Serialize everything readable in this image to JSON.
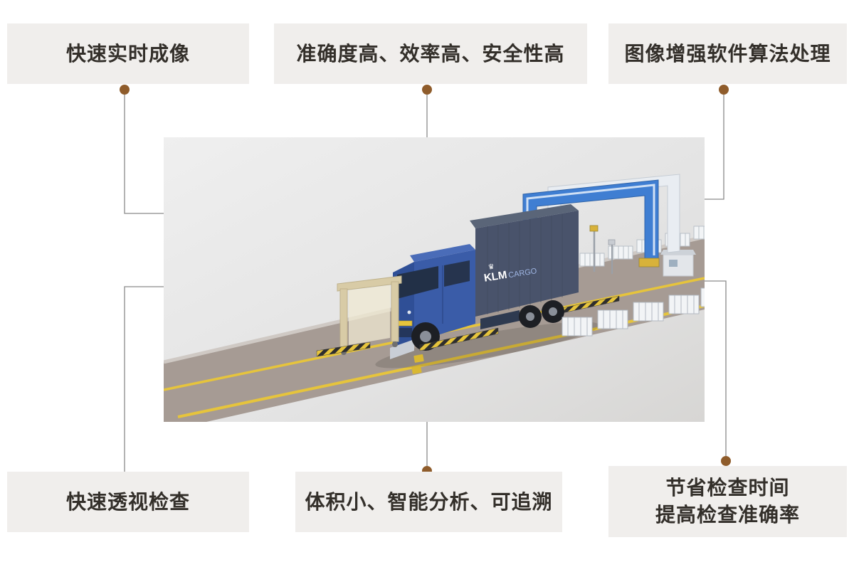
{
  "labels": {
    "top_left": "快速实时成像",
    "top_center": "准确度高、效率高、安全性高",
    "top_right": "图像增强软件算法处理",
    "bottom_left": "快速透视检查",
    "bottom_center": "体积小、智能分析、可追溯",
    "bottom_right_line1": "节省检查时间",
    "bottom_right_line2": "提高检查准确率"
  },
  "scene": {
    "brand_klm": "KLM",
    "brand_cargo": "CARGO",
    "crown": "♛"
  },
  "colors": {
    "accent_dot": "#8f5c2b",
    "connector_line": "#8a8a8a",
    "label_bg": "#f0eeec",
    "label_text": "#332f2a",
    "gantry_blue": "#3f7ed2",
    "truck_cab_blue": "#3a5ca8",
    "container_gray": "#49536b",
    "road_taupe": "#a69b94",
    "road_yellow": "#e6c43c",
    "scanner_beige": "#d8cba6"
  }
}
